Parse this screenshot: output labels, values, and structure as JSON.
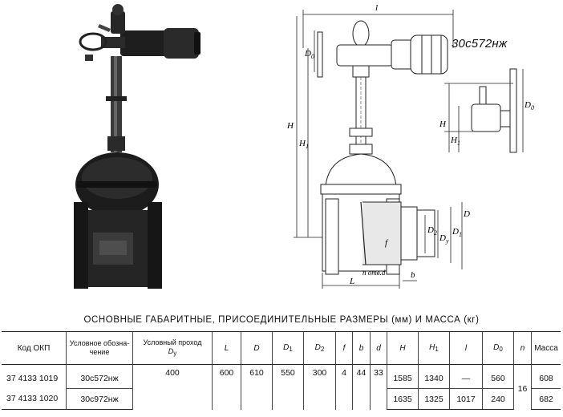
{
  "model_label": "30с572нж",
  "table": {
    "title": "ОСНОВНЫЕ ГАБАРИТНЫЕ, ПРИСОЕДИНИТЕЛЬНЫЕ РАЗМЕРЫ (мм) И МАССА (кг)",
    "headers": {
      "code": "Код ОКП",
      "designation_1": "Условное обозна-",
      "designation_2": "чение",
      "nominal_1": "Условный проход",
      "nominal_2": "D",
      "nominal_sub": "у",
      "L": "L",
      "D": "D",
      "D1": "D",
      "D1_sub": "1",
      "D2": "D",
      "D2_sub": "2",
      "f": "f",
      "b": "b",
      "d": "d",
      "H": "H",
      "H1": "H",
      "H1_sub": "1",
      "l": "l",
      "D0": "D",
      "D0_sub": "0",
      "n": "n",
      "mass": "Масса"
    },
    "rows": [
      {
        "code": "37 4133 1019",
        "designation": "30с572нж",
        "H": "1585",
        "H1": "1340",
        "l": "—",
        "D0": "560",
        "mass": "608"
      },
      {
        "code": "37 4133 1020",
        "designation": "30с972нж",
        "H": "1635",
        "H1": "1325",
        "l": "1017",
        "D0": "240",
        "mass": "682"
      }
    ],
    "shared": {
      "Dy": "400",
      "L": "600",
      "D": "610",
      "D1": "550",
      "D2": "300",
      "f": "4",
      "b": "44",
      "d": "33",
      "n": "16"
    }
  },
  "drawing_labels": {
    "l": "l",
    "D0": "D",
    "D0_sub": "0",
    "H": "H",
    "H1": "H",
    "H1_sub": "1",
    "D1": "D",
    "D1_sub": "1",
    "D2": "D",
    "D2_sub": "2",
    "D3": "D",
    "D3_sub": "y",
    "D": "D",
    "f": "f",
    "L": "L",
    "b": "b",
    "nd": "n отв.d"
  }
}
